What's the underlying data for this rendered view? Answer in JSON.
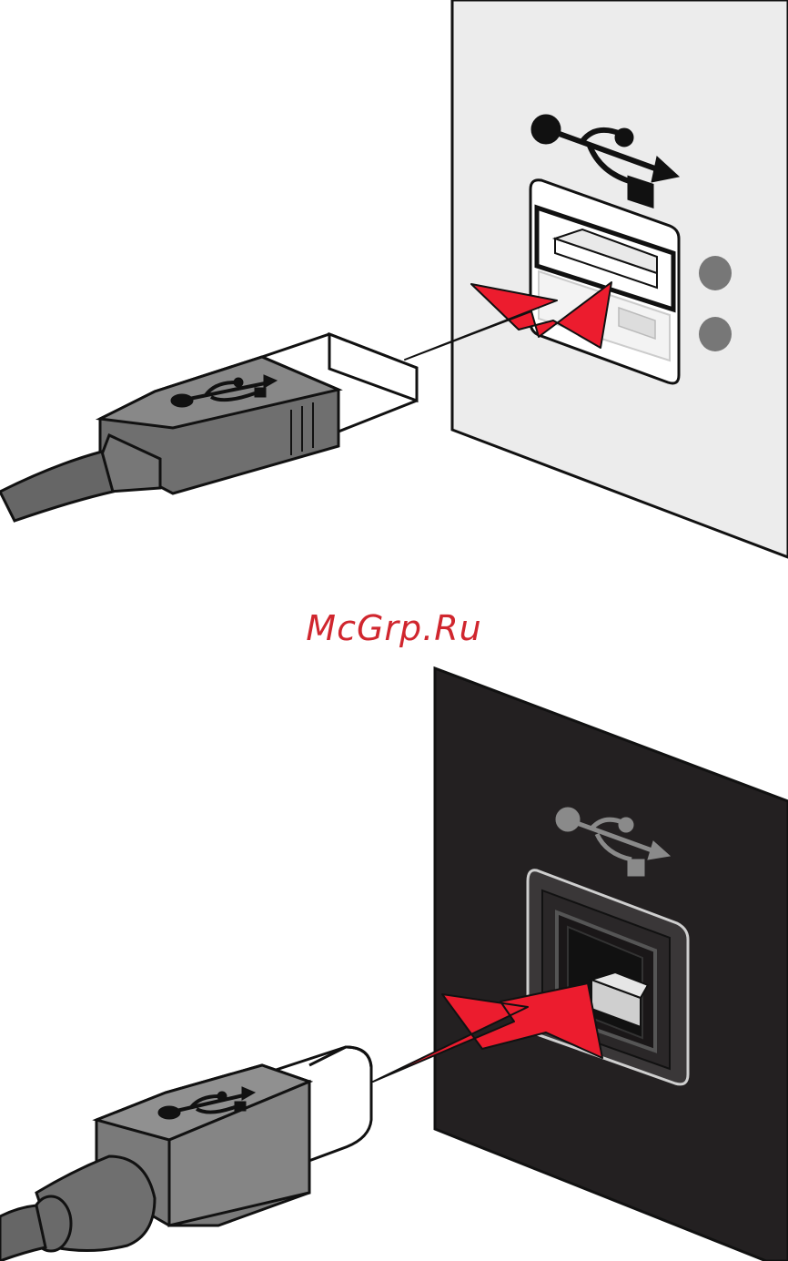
{
  "watermark": {
    "text": "McGrp.Ru",
    "color": "#d0262e"
  },
  "colors": {
    "panel_light": "#ececec",
    "panel_dark": "#232021",
    "cable_gray": "#7a7a7a",
    "cable_dark": "#555555",
    "arrow_red": "#ec1c2e",
    "outline": "#111111"
  },
  "illustrations": [
    {
      "name": "usb-a-cable-into-usb-a-port",
      "panel": "light",
      "icon": "usb-trident-icon"
    },
    {
      "name": "usb-b-cable-into-usb-b-port",
      "panel": "dark",
      "icon": "usb-trident-icon"
    }
  ]
}
